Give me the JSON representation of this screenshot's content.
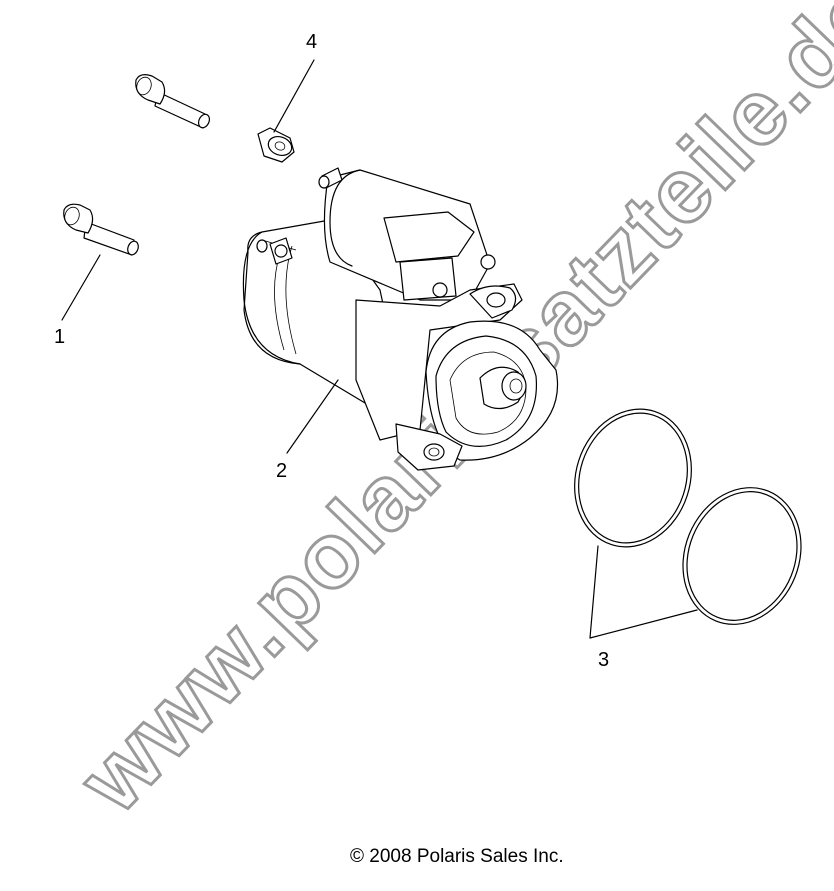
{
  "callouts": {
    "c1": "1",
    "c2": "2",
    "c3": "3",
    "c4": "4"
  },
  "copyright": "© 2008 Polaris Sales Inc.",
  "watermark": "www.polaris-satzteile.de"
}
